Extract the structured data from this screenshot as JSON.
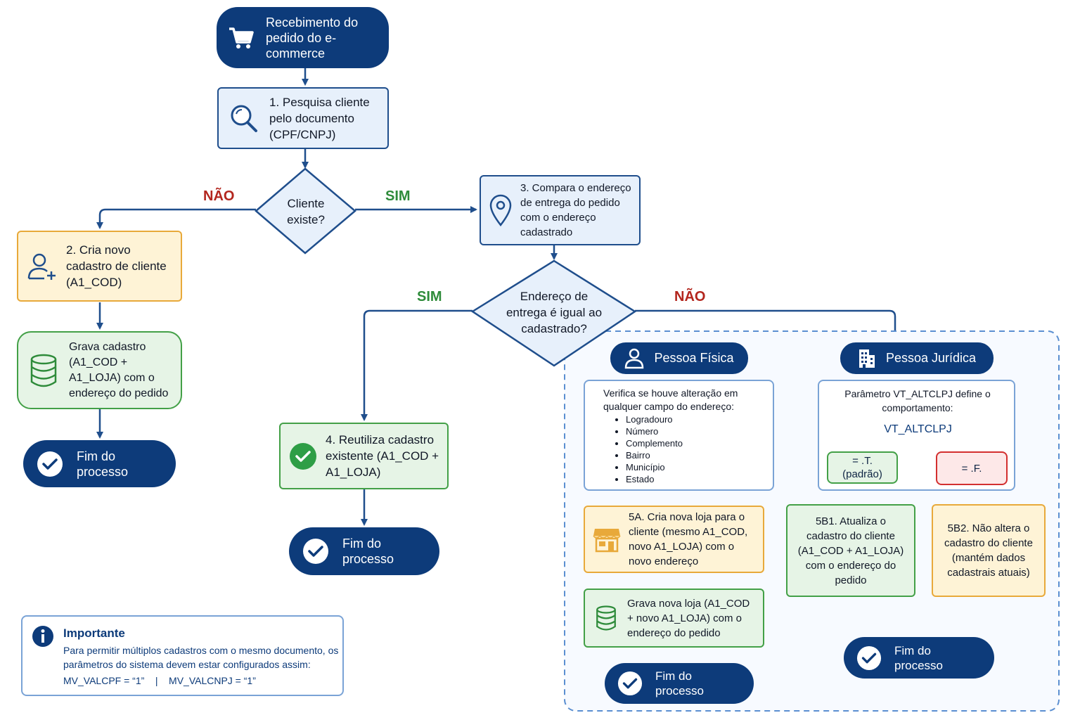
{
  "nodes": {
    "start": "Recebimento do pedido do e-commerce",
    "step1": "1. Pesquisa cliente pelo documento (CPF/CNPJ)",
    "decision1": "Cliente existe?",
    "step2": "2. Cria novo cadastro de cliente (A1_COD)",
    "save_new": "Grava cadastro (A1_COD + A1_LOJA) com o endereço do pedido",
    "step3": "3. Compara o endereço de entrega do pedido com o endereço cadastrado",
    "decision2": "Endereço de entrega é igual ao cadastrado?",
    "step4": "4. Reutiliza cadastro existente (A1_COD + A1_LOJA)",
    "step5a": "5A. Cria nova loja para o cliente (mesmo A1_COD, novo A1_LOJA) com o novo endereço",
    "save_store": "Grava nova loja (A1_COD + novo A1_LOJA) com o endereço do pedido",
    "step5b1": "5B1. Atualiza o cadastro do cliente (A1_COD + A1_LOJA) com o endereço do pedido",
    "step5b2": "5B2. Não altera o cadastro do cliente (mantém dados cadastrais atuais)",
    "end": "Fim do processo"
  },
  "labels": {
    "yes": "SIM",
    "no": "NÃO"
  },
  "pessoa_fisica": {
    "title": "Pessoa Física",
    "intro": "Verifica se houve alteração em qualquer campo do endereço:",
    "fields": [
      "Logradouro",
      "Número",
      "Complemento",
      "Bairro",
      "Município",
      "Estado"
    ]
  },
  "pessoa_juridica": {
    "title": "Pessoa Jurídica",
    "intro": "Parâmetro VT_ALTCLPJ define o comportamento:",
    "param": "VT_ALTCLPJ",
    "true_opt": "= .T. (padrão)",
    "false_opt": "= .F."
  },
  "note": {
    "title": "Importante",
    "text": "Para permitir múltiplos cadastros com o mesmo documento, os parâmetros do sistema devem estar configurados assim:",
    "params": "MV_VALCPF = “1”    |    MV_VALCNPJ = “1”"
  },
  "colors": {
    "navy": "#0d3b7a",
    "blue_fill": "#e7f0fb",
    "yellow_fill": "#fef3d6",
    "green_fill": "#e6f4e6",
    "red": "#b3261e",
    "green": "#2e8b3a"
  },
  "icons": [
    "cart-icon",
    "magnifier-icon",
    "user-plus-icon",
    "location-pin-icon",
    "database-icon",
    "check-circle-icon",
    "person-icon",
    "building-icon",
    "store-icon",
    "info-icon"
  ]
}
